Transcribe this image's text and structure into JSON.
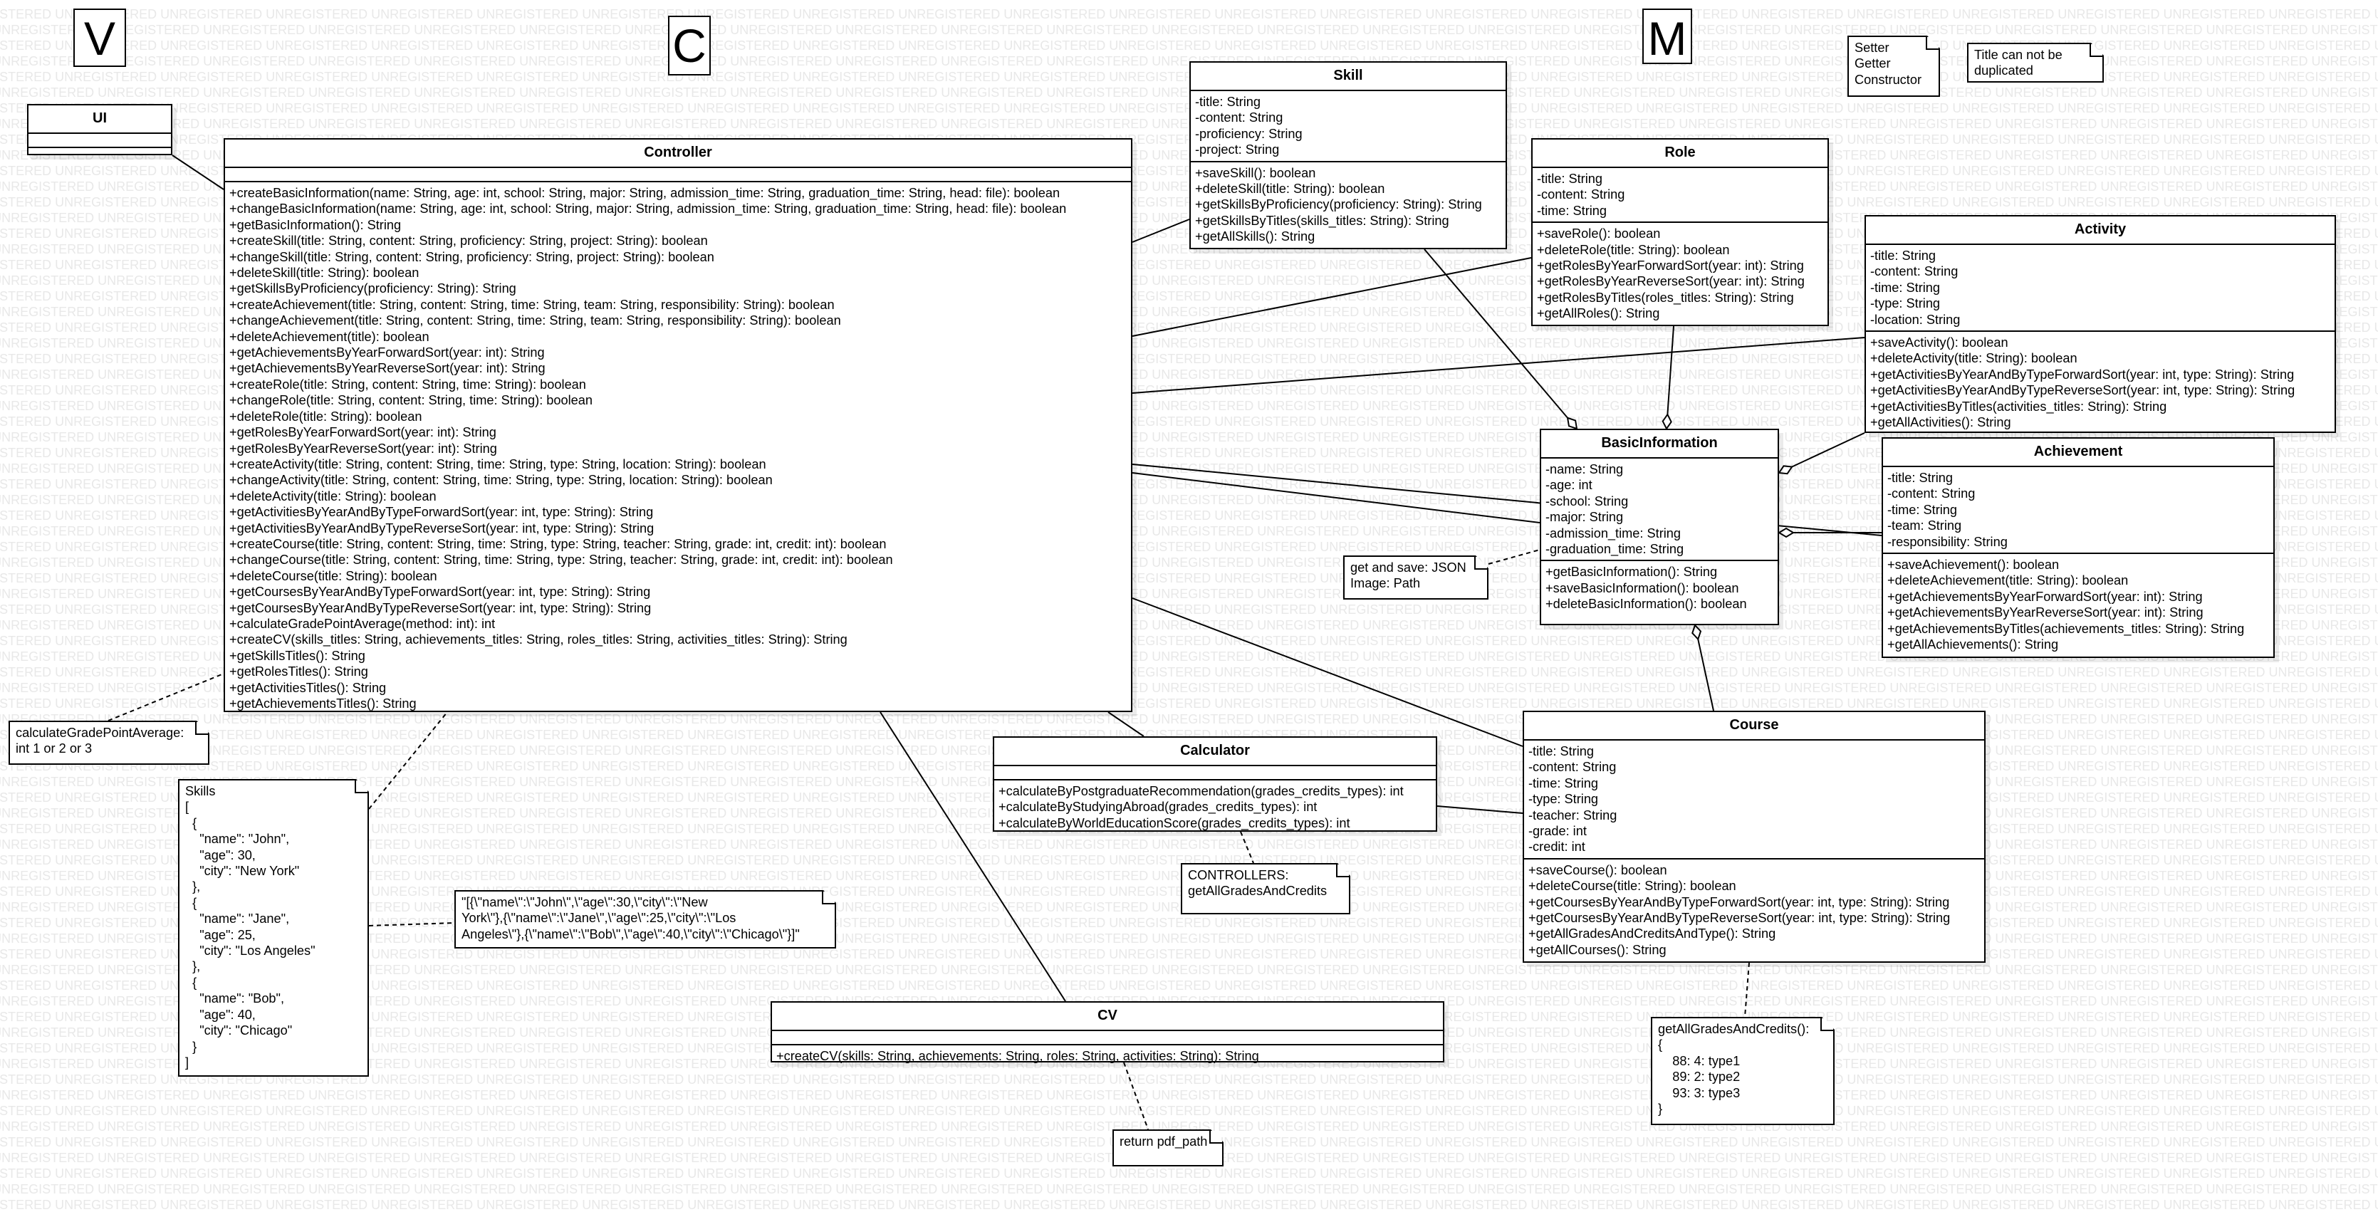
{
  "watermark": "UNREGISTERED",
  "letters": {
    "v": "V",
    "c": "C",
    "m": "M"
  },
  "classes": {
    "ui": {
      "title": "UI"
    },
    "controller": {
      "title": "Controller",
      "methods": [
        "+createBasicInformation(name: String, age: int, school: String, major: String, admission_time: String, graduation_time: String, head: file): boolean",
        "+changeBasicInformation(name: String, age: int, school: String, major: String, admission_time: String, graduation_time: String, head: file): boolean",
        "+getBasicInformation(): String",
        "+createSkill(title: String, content: String, proficiency: String, project: String): boolean",
        "+changeSkill(title: String, content: String, proficiency: String, project: String): boolean",
        "+deleteSkill(title: String): boolean",
        "+getSkillsByProficiency(proficiency: String): String",
        "+createAchievement(title: String, content: String, time: String, team: String, responsibility: String): boolean",
        "+changeAchievement(title: String, content: String, time: String, team: String, responsibility: String): boolean",
        "+deleteAchievement(title): boolean",
        "+getAchievementsByYearForwardSort(year: int): String",
        "+getAchievementsByYearReverseSort(year: int): String",
        "+createRole(title: String, content: String, time: String): boolean",
        "+changeRole(title: String, content: String, time: String): boolean",
        "+deleteRole(title: String): boolean",
        "+getRolesByYearForwardSort(year: int): String",
        "+getRolesByYearReverseSort(year: int): String",
        "+createActivity(title: String, content: String, time: String, type: String, location: String): boolean",
        "+changeActivity(title: String, content: String, time: String, type: String, location: String): boolean",
        "+deleteActivity(title: String): boolean",
        "+getActivitiesByYearAndByTypeForwardSort(year: int, type: String): String",
        "+getActivitiesByYearAndByTypeReverseSort(year: int, type: String): String",
        "+createCourse(title: String, content: String, time: String, type: String, teacher: String, grade: int, credit: int): boolean",
        "+changeCourse(title: String, content: String, time: String, type: String, teacher: String, grade: int, credit: int): boolean",
        "+deleteCourse(title: String): boolean",
        "+getCoursesByYearAndByTypeForwardSort(year: int, type: String): String",
        "+getCoursesByYearAndByTypeReverseSort(year: int, type: String): String",
        "+calculateGradePointAverage(method: int): int",
        "+createCV(skills_titles: String, achievements_titles: String, roles_titles: String, activities_titles: String): String",
        "+getSkillsTitles(): String",
        "+getRolesTitles(): String",
        "+getActivitiesTitles(): String",
        "+getAchievementsTitles(): String"
      ]
    },
    "skill": {
      "title": "Skill",
      "attributes": [
        "-title: String",
        "-content: String",
        "-proficiency: String",
        "-project: String"
      ],
      "methods": [
        "+saveSkill(): boolean",
        "+deleteSkill(title: String): boolean",
        "+getSkillsByProficiency(proficiency: String): String",
        "+getSkillsByTitles(skills_titles: String): String",
        "+getAllSkills(): String"
      ]
    },
    "role": {
      "title": "Role",
      "attributes": [
        "-title: String",
        "-content: String",
        "-time: String"
      ],
      "methods": [
        "+saveRole(): boolean",
        "+deleteRole(title: String): boolean",
        "+getRolesByYearForwardSort(year: int): String",
        "+getRolesByYearReverseSort(year: int): String",
        "+getRolesByTitles(roles_titles: String): String",
        "+getAllRoles(): String"
      ]
    },
    "activity": {
      "title": "Activity",
      "attributes": [
        "-title: String",
        "-content: String",
        "-time: String",
        "-type: String",
        "-location: String"
      ],
      "methods": [
        "+saveActivity(): boolean",
        "+deleteActivity(title: String): boolean",
        "+getActivitiesByYearAndByTypeForwardSort(year: int, type: String): String",
        "+getActivitiesByYearAndByTypeReverseSort(year: int, type: String): String",
        "+getActivitiesByTitles(activities_titles: String): String",
        "+getAllActivities(): String"
      ]
    },
    "basic": {
      "title": "BasicInformation",
      "attributes": [
        "-name: String",
        "-age: int",
        "-school: String",
        "-major: String",
        "-admission_time: String",
        "-graduation_time: String"
      ],
      "methods": [
        "+getBasicInformation(): String",
        "+saveBasicInformation(): boolean",
        "+deleteBasicInformation(): boolean"
      ]
    },
    "achievement": {
      "title": "Achievement",
      "attributes": [
        "-title: String",
        "-content: String",
        "-time: String",
        "-team: String",
        "-responsibility: String"
      ],
      "methods": [
        "+saveAchievement(): boolean",
        "+deleteAchievement(title: String): boolean",
        "+getAchievementsByYearForwardSort(year: int): String",
        "+getAchievementsByYearReverseSort(year: int): String",
        "+getAchievementsByTitles(achievements_titles: String): String",
        "+getAllAchievements(): String"
      ]
    },
    "calculator": {
      "title": "Calculator",
      "methods": [
        "+calculateByPostgraduateRecommendation(grades_credits_types): int",
        "+calculateByStudyingAbroad(grades_credits_types): int",
        "+calculateByWorldEducationScore(grades_credits_types): int"
      ]
    },
    "course": {
      "title": "Course",
      "attributes": [
        "-title: String",
        "-content: String",
        "-time: String",
        "-type: String",
        "-teacher: String",
        "-grade: int",
        "-credit: int"
      ],
      "methods": [
        "+saveCourse(): boolean",
        "+deleteCourse(title: String): boolean",
        "+getCoursesByYearAndByTypeForwardSort(year: int, type: String): String",
        "+getCoursesByYearAndByTypeReverseSort(year: int, type: String): String",
        "+getAllGradesAndCreditsAndType(): String",
        "+getAllCourses(): String"
      ]
    },
    "cv": {
      "title": "CV",
      "methods": [
        "+createCV(skills: String, achievements: String, roles: String, activities: String): String"
      ]
    }
  },
  "notes": {
    "setter": [
      "Setter",
      "Getter",
      "Constructor"
    ],
    "title_dup": [
      "Title can not be",
      "duplicated"
    ],
    "json": [
      "get and save: JSON",
      "Image: Path"
    ],
    "gpa": [
      "calculateGradePointAverage:",
      "int 1 or 2 or 3"
    ],
    "skills": [
      "Skills",
      "[",
      "  {",
      "    \"name\": \"John\",",
      "    \"age\": 30,",
      "    \"city\": \"New York\"",
      "  },",
      "  {",
      "    \"name\": \"Jane\",",
      "    \"age\": 25,",
      "    \"city\": \"Los Angeles\"",
      "  },",
      "  {",
      "    \"name\": \"Bob\",",
      "    \"age\": 40,",
      "    \"city\": \"Chicago\"",
      "  }",
      "]"
    ],
    "json_str": [
      "\"[{\\\"name\\\":\\\"John\\\",\\\"age\\\":30,\\\"city\\\":\\\"New",
      "York\\\"},{\\\"name\\\":\\\"Jane\\\",\\\"age\\\":25,\\\"city\\\":\\\"Los",
      "Angeles\\\"},{\\\"name\\\":\\\"Bob\\\",\\\"age\\\":40,\\\"city\\\":\\\"Chicago\\\"}]\""
    ],
    "controllers": [
      "CONTROLLERS:",
      "getAllGradesAndCredits"
    ],
    "grades": [
      "getAllGradesAndCredits():",
      "{",
      "    88: 4: type1",
      "    89: 2: type2",
      "    93: 3: type3",
      "}"
    ],
    "pdf": [
      "return pdf_path"
    ]
  }
}
